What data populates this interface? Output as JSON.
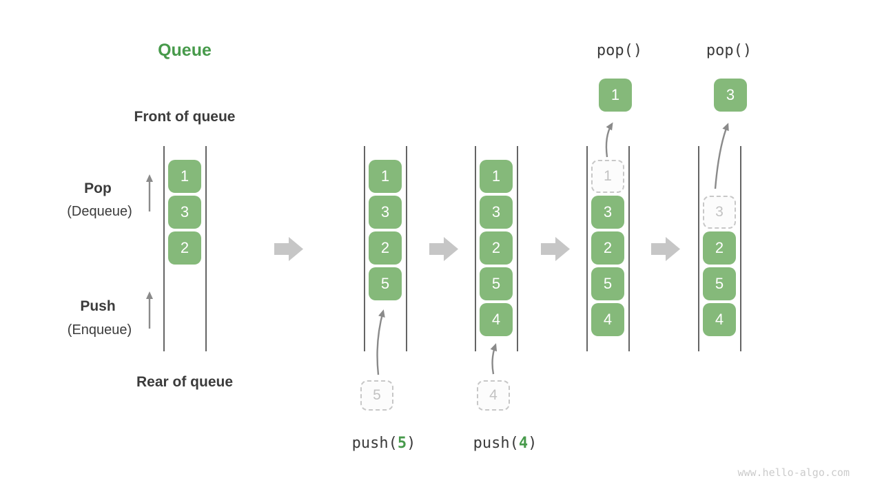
{
  "colors": {
    "box_green": "#85b97a",
    "title_green": "#479a4b",
    "push_arg_green": "#479a4b",
    "channel_line_gray": "#646464",
    "thin_arrow_gray": "#8a8a8a",
    "block_arrow_gray": "#c6c6c6",
    "ghost_border_gray": "#c7c7c7",
    "ghost_text_gray": "#c2c2c2",
    "label_text_dark": "#3b3b3b",
    "watermark_gray": "#cbcbcb"
  },
  "diagram": {
    "title": "Queue",
    "front_label": "Front of queue",
    "rear_label": "Rear of queue",
    "pop": {
      "label": "Pop",
      "sublabel": "(Dequeue)"
    },
    "push": {
      "label": "Push",
      "sublabel": "(Enqueue)"
    },
    "columns": [
      {
        "id": "state-initial",
        "boxes": [
          {
            "value": "1"
          },
          {
            "value": "3"
          },
          {
            "value": "2"
          }
        ]
      },
      {
        "id": "state-push-5",
        "boxes": [
          {
            "value": "1"
          },
          {
            "value": "3"
          },
          {
            "value": "2"
          },
          {
            "value": "5"
          }
        ],
        "incoming": "5",
        "op": {
          "prefix": "push(",
          "arg": "5",
          "suffix": ")"
        }
      },
      {
        "id": "state-push-4",
        "boxes": [
          {
            "value": "1"
          },
          {
            "value": "3"
          },
          {
            "value": "2"
          },
          {
            "value": "5"
          },
          {
            "value": "4"
          }
        ],
        "incoming": "4",
        "op": {
          "prefix": "push(",
          "arg": "4",
          "suffix": ")"
        }
      },
      {
        "id": "state-pop-1",
        "ghost": "1",
        "boxes": [
          {
            "value": "3"
          },
          {
            "value": "2"
          },
          {
            "value": "5"
          },
          {
            "value": "4"
          }
        ],
        "popped": "1",
        "op": {
          "label": "pop()"
        }
      },
      {
        "id": "state-pop-3",
        "ghost": "3",
        "boxes": [
          {
            "value": "2"
          },
          {
            "value": "5"
          },
          {
            "value": "4"
          }
        ],
        "popped": "3",
        "op": {
          "label": "pop()"
        }
      }
    ]
  },
  "footer": {
    "watermark": "www.hello-algo.com"
  }
}
